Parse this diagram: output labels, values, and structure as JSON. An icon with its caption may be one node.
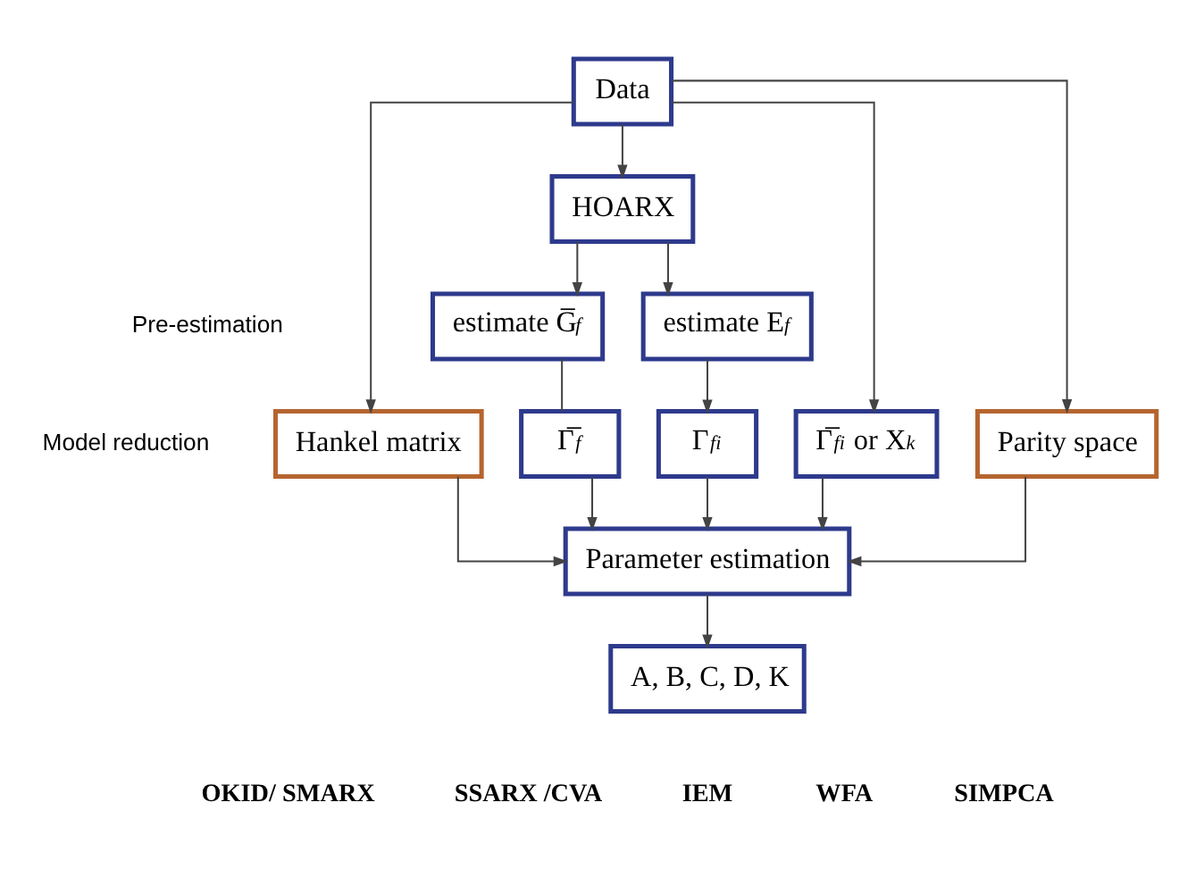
{
  "diagram": {
    "nodes": [
      {
        "text": [
          "Data"
        ]
      },
      {
        "text": [
          "HOARX"
        ]
      },
      {
        "text": [
          "estimate G̅$_{f}$"
        ]
      },
      {
        "text": [
          "estimate E$_{f}$"
        ]
      },
      {
        "text": [
          "Hankel matrix"
        ]
      },
      {
        "text": [
          "Γ̅$_{f}$"
        ]
      },
      {
        "text": [
          "Γ$_{fi}$"
        ]
      },
      {
        "text": [
          "Γ̅$_{fi}$ or X$_{k}$"
        ]
      },
      {
        "text": [
          "Parity space"
        ]
      },
      {
        "text": [
          "Parameter estimation"
        ]
      },
      {
        "text": [
          "A, B, C, D, K"
        ]
      }
    ],
    "edges": [
      {
        "from": 0,
        "to": 1,
        "arrow": "to"
      },
      {
        "from": 0,
        "to": 4,
        "arrow": "to"
      },
      {
        "from": 0,
        "to": 7,
        "arrow": "to"
      },
      {
        "from": 0,
        "to": 8,
        "arrow": "to"
      },
      {
        "from": 1,
        "to": 2,
        "arrow": "to"
      },
      {
        "from": 1,
        "to": 3,
        "arrow": "to"
      },
      {
        "from": 2,
        "to": 5,
        "arrow": "none"
      },
      {
        "from": 3,
        "to": 6,
        "arrow": "to"
      },
      {
        "from": 4,
        "to": 9,
        "arrow": "to"
      },
      {
        "from": 5,
        "to": 9,
        "arrow": "to"
      },
      {
        "from": 6,
        "to": 9,
        "arrow": "to"
      },
      {
        "from": 7,
        "to": 9,
        "arrow": "to"
      },
      {
        "from": 8,
        "to": 9,
        "arrow": "to"
      },
      {
        "from": 9,
        "to": 10,
        "arrow": "to"
      }
    ],
    "labels": [
      "Pre-estimation",
      "Model reduction",
      "OKID/ SMARX",
      "SSARX /CVA",
      "IEM",
      "WFA",
      "SIMPCA"
    ]
  }
}
